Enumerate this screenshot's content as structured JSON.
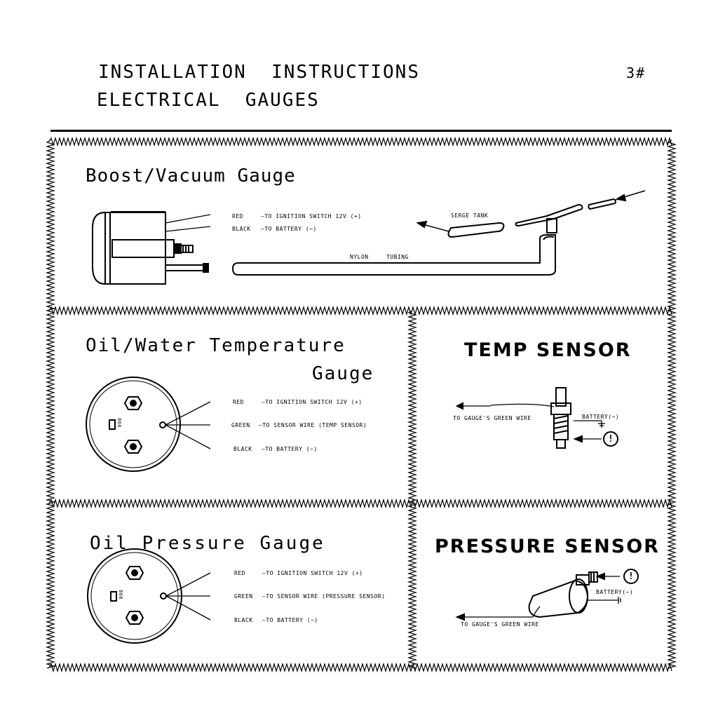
{
  "header": {
    "title_line1": "INSTALLATION  INSTRUCTIONS",
    "title_line2": "ELECTRICAL  GAUGES",
    "page_number": "3#"
  },
  "boost": {
    "title": "Boost/Vacuum Gauge",
    "wire_red": "RED",
    "wire_red_desc": "—TO IGNITION SWITCH 12V (+)",
    "wire_black": "BLACK",
    "wire_black_desc": "—TO BATTERY (−)",
    "serge_tank": "SERGE TANK",
    "nylon": "NYLON",
    "tubing": "TUBING"
  },
  "oil_water": {
    "title_line1": "Oil/Water Temperature",
    "title_line2": "Gauge",
    "wire_red": "RED",
    "wire_red_desc": "—TO IGNITION SWITCH 12V (+)",
    "wire_green": "GREEN",
    "wire_green_desc": "—TO SENSOR WIRE (TEMP SENSOR)",
    "wire_black": "BLACK",
    "wire_black_desc": "—TO BATTERY (−)",
    "terminal_marks": "866"
  },
  "temp_sensor": {
    "title": "TEMP SENSOR",
    "to_gauge": "TO GAUGE'S GREEN WIRE",
    "battery": "BATTERY(−)",
    "warning": "!"
  },
  "oil_pressure": {
    "title": "Oil Pressure Gauge",
    "wire_red": "RED",
    "wire_red_desc": "—TO IGNITION SWITCH 12V (+)",
    "wire_green": "GREEN",
    "wire_green_desc": "—TO SENSOR WIRE (PRESSURE SENSOR)",
    "wire_black": "BLACK",
    "wire_black_desc": "—TO BATTERY (−)",
    "terminal_marks": "866"
  },
  "pressure_sensor": {
    "title": "PRESSURE SENSOR",
    "to_gauge": "TO GAUGE'S GREEN WIRE",
    "battery": "BATTERY(−)",
    "warning": "!"
  }
}
